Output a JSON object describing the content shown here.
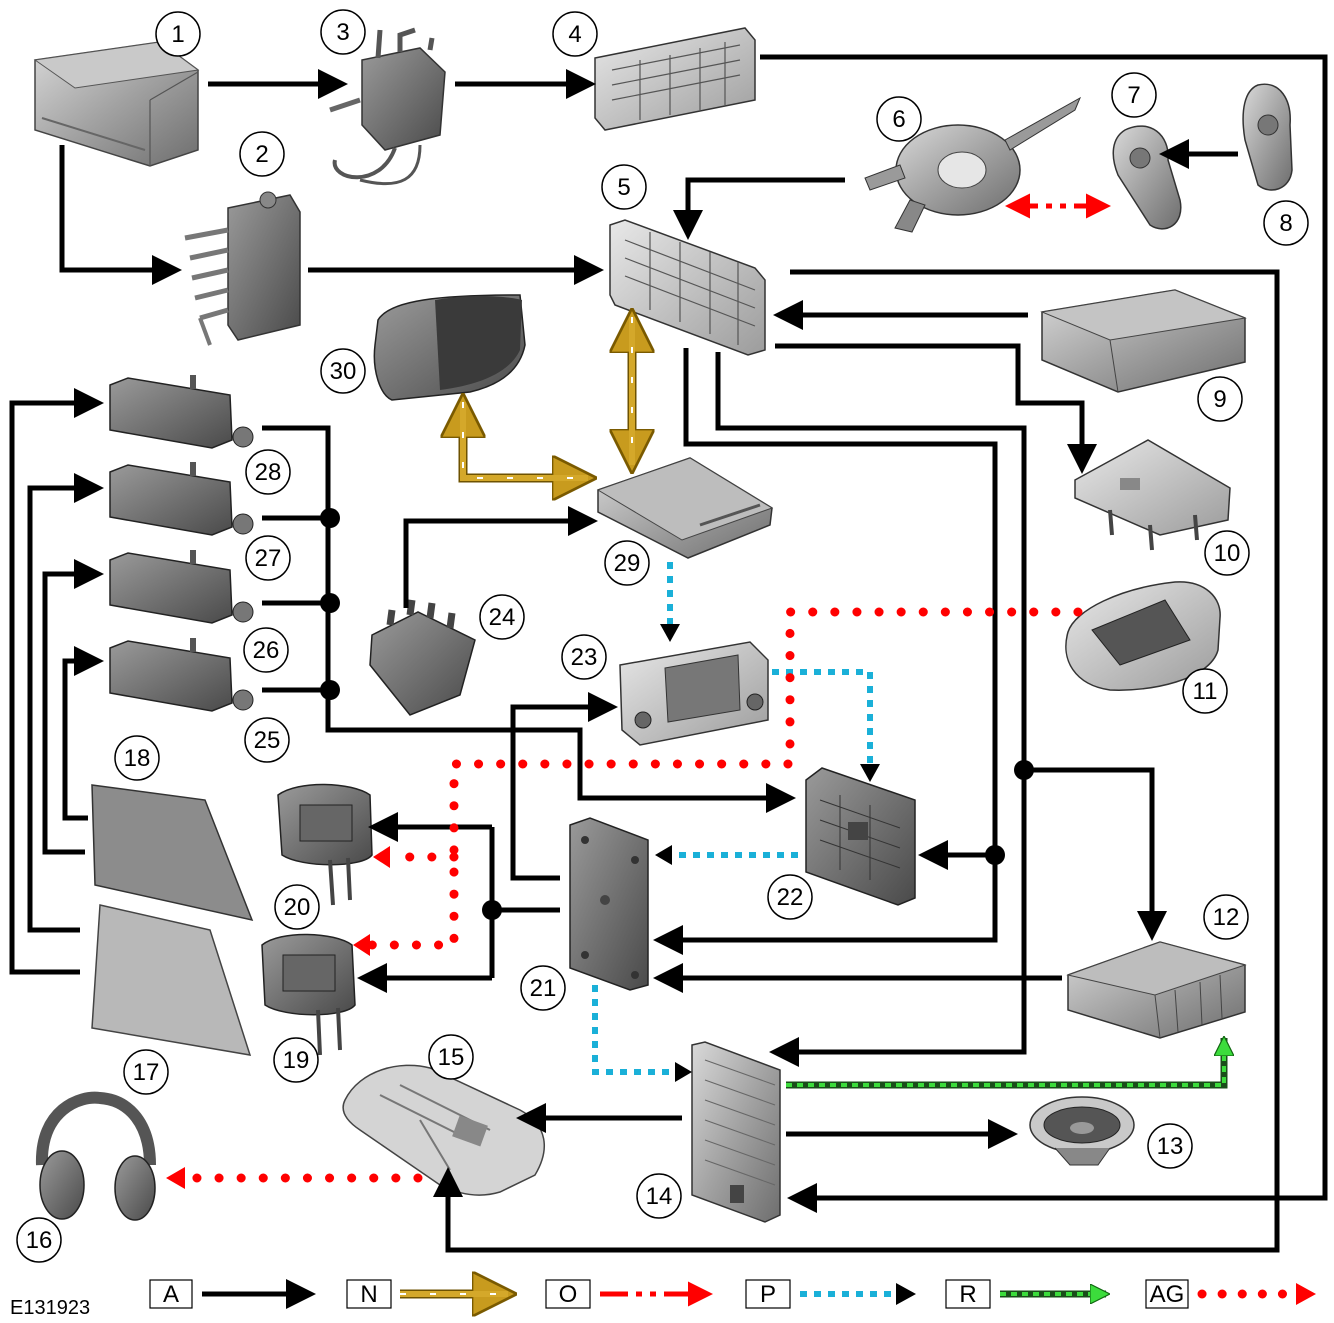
{
  "figure_id": "E131923",
  "components": [
    {
      "number": "1",
      "shape": "battery"
    },
    {
      "number": "2",
      "shape": "module-connector"
    },
    {
      "number": "3",
      "shape": "relay-block"
    },
    {
      "number": "4",
      "shape": "fuse-box"
    },
    {
      "number": "5",
      "shape": "fuse-box"
    },
    {
      "number": "6",
      "shape": "clockspring"
    },
    {
      "number": "7",
      "shape": "steering-switch"
    },
    {
      "number": "8",
      "shape": "steering-switch"
    },
    {
      "number": "9",
      "shape": "dvd-player"
    },
    {
      "number": "10",
      "shape": "tray-module"
    },
    {
      "number": "11",
      "shape": "touch-screen"
    },
    {
      "number": "12",
      "shape": "cd-changer"
    },
    {
      "number": "13",
      "shape": "speaker"
    },
    {
      "number": "14",
      "shape": "amplifier"
    },
    {
      "number": "15",
      "shape": "roof-console"
    },
    {
      "number": "16",
      "shape": "headphones"
    },
    {
      "number": "17",
      "shape": "glass-panel"
    },
    {
      "number": "18",
      "shape": "glass-panel-dark"
    },
    {
      "number": "19",
      "shape": "headrest-screen"
    },
    {
      "number": "20",
      "shape": "headrest-screen"
    },
    {
      "number": "21",
      "shape": "control-module-vertical"
    },
    {
      "number": "22",
      "shape": "circuit-module"
    },
    {
      "number": "23",
      "shape": "display-unit"
    },
    {
      "number": "24",
      "shape": "connector-block"
    },
    {
      "number": "25",
      "shape": "antenna-module"
    },
    {
      "number": "26",
      "shape": "antenna-module"
    },
    {
      "number": "27",
      "shape": "antenna-module"
    },
    {
      "number": "28",
      "shape": "antenna-module"
    },
    {
      "number": "29",
      "shape": "module-flat"
    },
    {
      "number": "30",
      "shape": "instrument-cluster"
    }
  ],
  "legend": [
    {
      "code": "A",
      "style": "solid",
      "color": "#000000"
    },
    {
      "code": "N",
      "style": "gold",
      "color": "#b8860b"
    },
    {
      "code": "O",
      "style": "dashdot",
      "color": "#ff0000"
    },
    {
      "code": "P",
      "style": "dotted-blue",
      "color": "#1ab0d8"
    },
    {
      "code": "R",
      "style": "green-dotted",
      "color": "#1fa81f"
    },
    {
      "code": "AG",
      "style": "dotted-red",
      "color": "#ff0000"
    }
  ],
  "colors": {
    "solid": "#000000",
    "gold": "#b8860b",
    "red": "#ff0000",
    "blue": "#1ab0d8",
    "green": "#22b222",
    "component_fill": "#a7a7a7",
    "component_dark": "#6b6b6b"
  }
}
